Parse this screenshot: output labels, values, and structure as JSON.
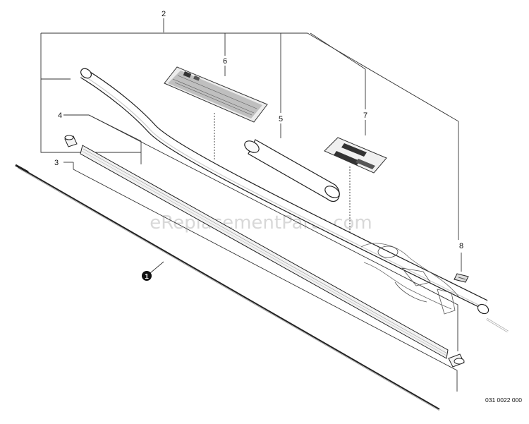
{
  "callouts": {
    "c2": "2",
    "c6": "6",
    "c5": "5",
    "c7": "7",
    "c4": "4",
    "c3": "3",
    "c8": "8",
    "c1": "1"
  },
  "watermark": "eReplacementParts.com",
  "figure_number": "031 0022 000"
}
